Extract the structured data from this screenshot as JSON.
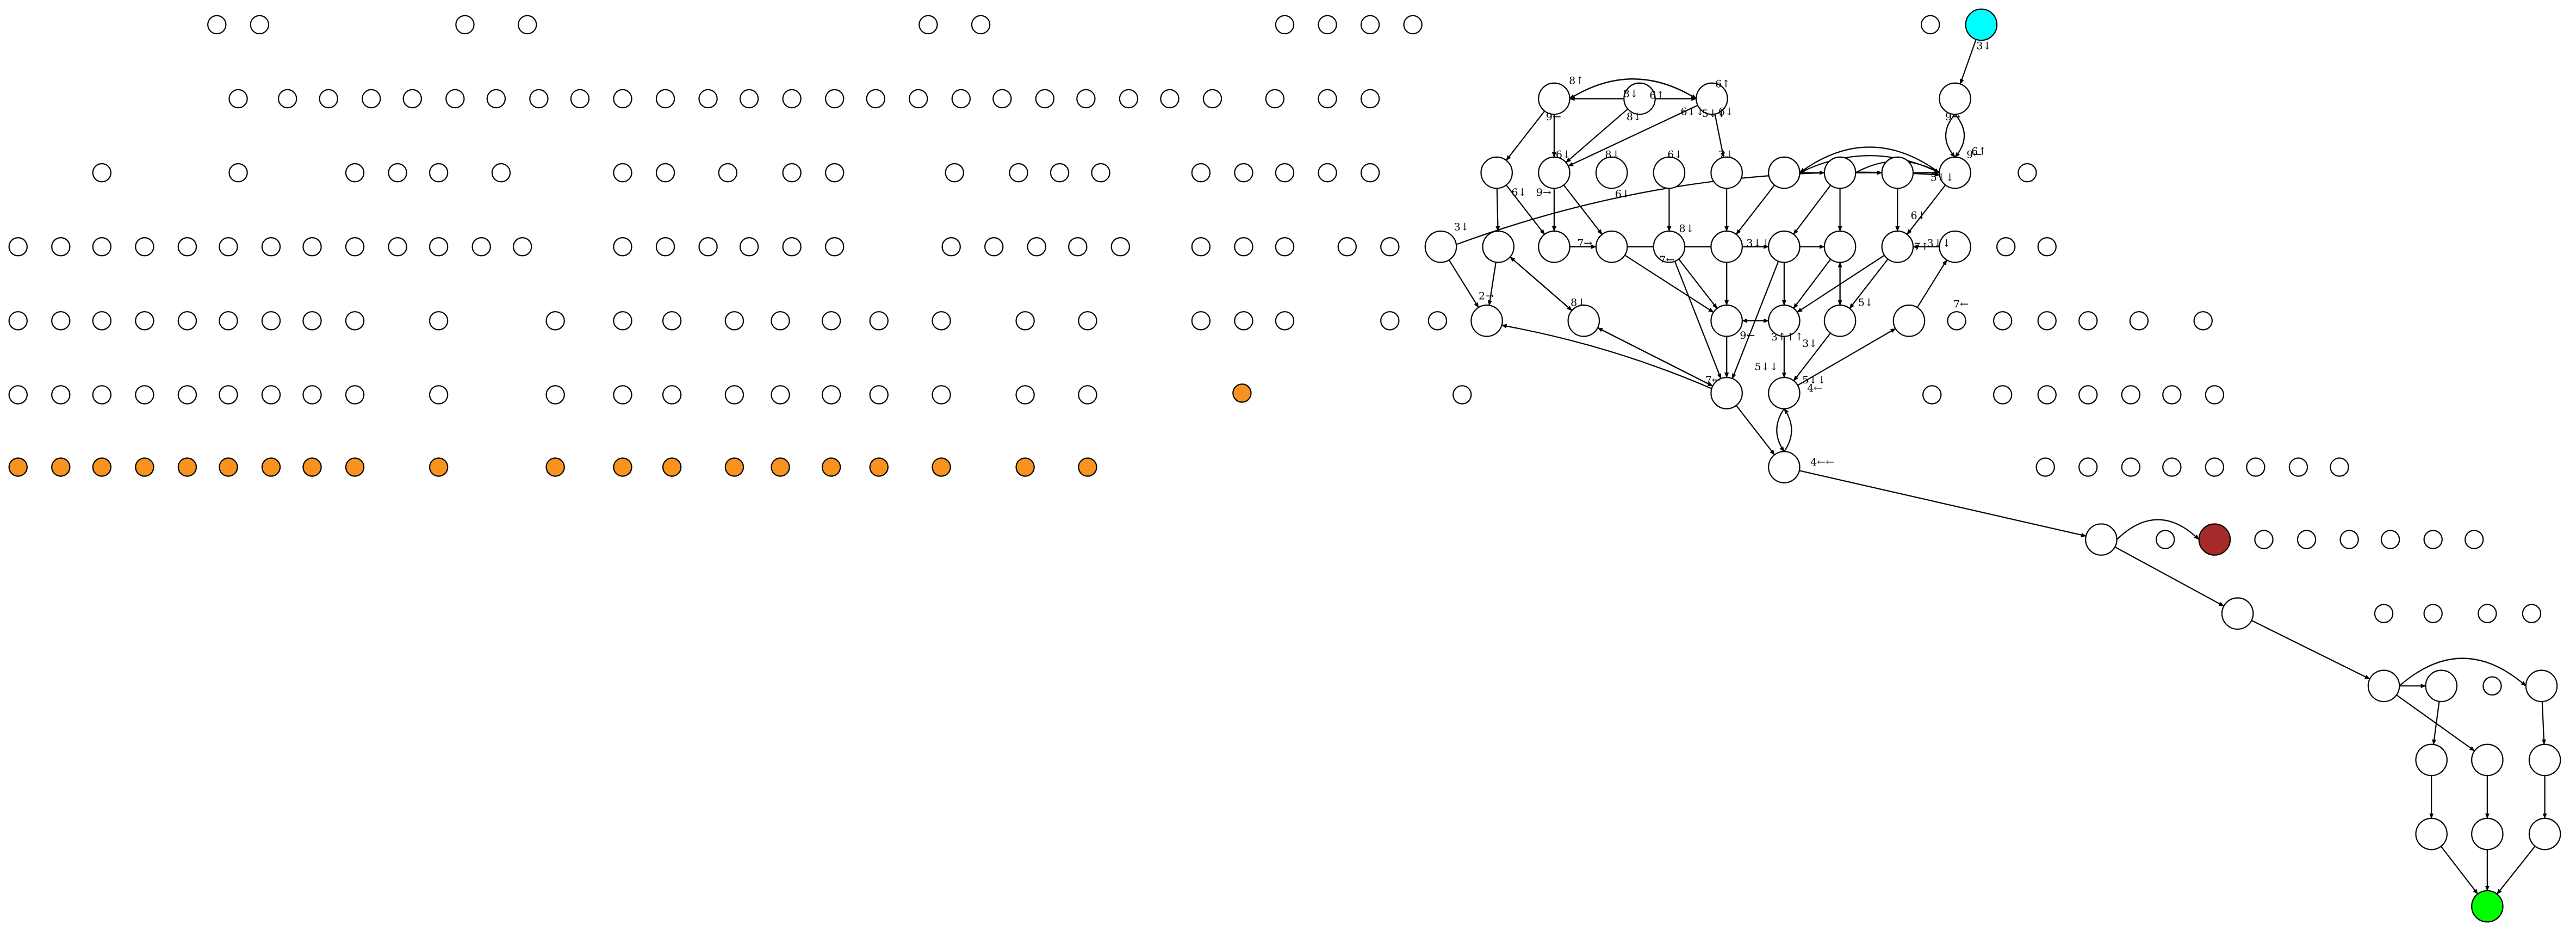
{
  "colors": {
    "start": "#00ffff",
    "goal": "#00ff00",
    "danger": "#a52a2a",
    "frontier": "#f7931e",
    "plain": "#ffffff"
  },
  "special_nodes": {
    "start": {
      "label": "3↓"
    },
    "danger": {
      "label": ""
    },
    "goal": {
      "label": ""
    }
  },
  "edge_labels": [
    "3↓",
    "9→",
    "9←",
    "8↑",
    "8↓",
    "8↓",
    "6↑",
    "6↑",
    "6↓",
    "6↓↓",
    "5↓↓",
    "7↓",
    "9←",
    "6↓",
    "9→",
    "6↓",
    "8↓",
    "6↓",
    "7→",
    "6↓",
    "3↓",
    "2→",
    "8↓",
    "8↓",
    "7←",
    "7←",
    "9←",
    "3↑↑↑",
    "5↓↓",
    "3↓",
    "4←",
    "5↓↓",
    "5↓",
    "4←←",
    "7←",
    "6↑",
    "5↓↓",
    "6↓",
    "7↑",
    "3↓↓",
    "3↓↓"
  ]
}
